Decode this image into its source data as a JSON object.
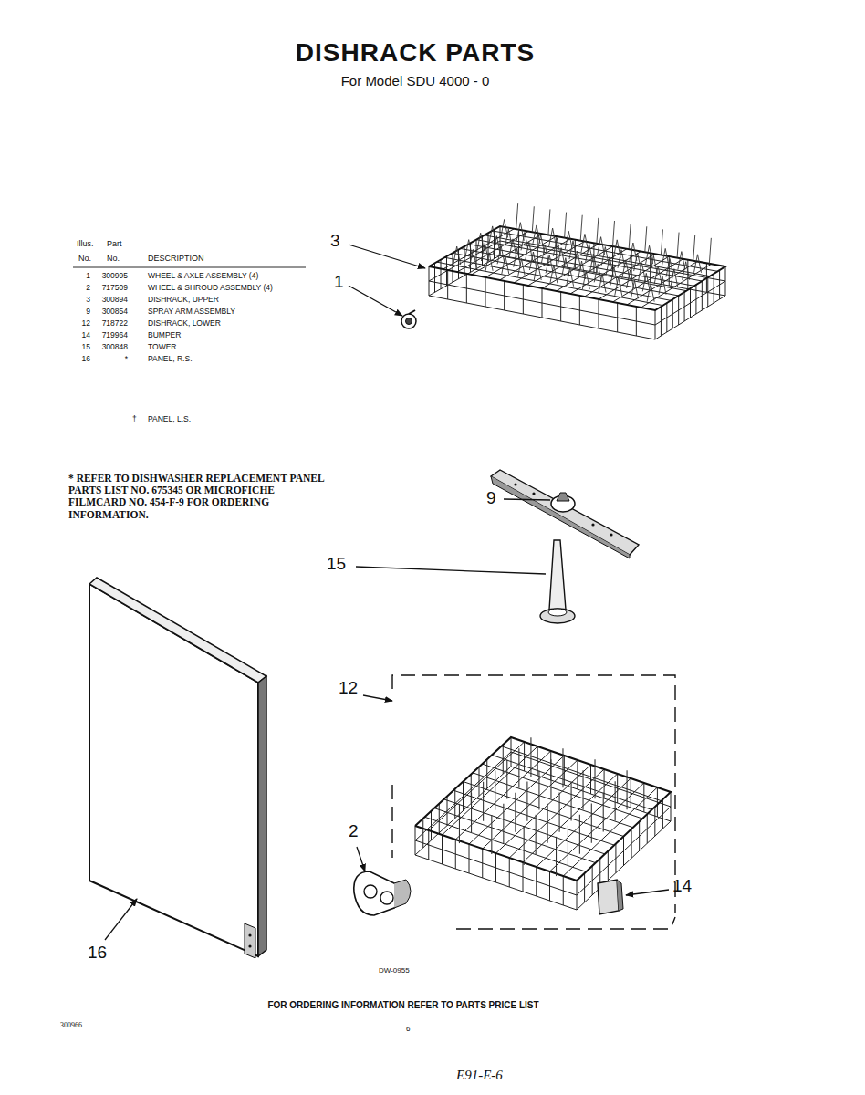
{
  "diagram": {
    "title": "DISHRACK PARTS",
    "labels": [
      "For Model SDU 4000 - 0",
      "Illus.",
      "Part",
      "No.",
      "No.",
      "DESCRIPTION",
      "1",
      "300995",
      "WHEEL & AXLE ASSEMBLY (4)",
      "2",
      "717509",
      "WHEEL & SHROUD ASSEMBLY (4)",
      "3",
      "300894",
      "DISHRACK, UPPER",
      "9",
      "300854",
      "SPRAY ARM ASSEMBLY",
      "12",
      "718722",
      "DISHRACK, LOWER",
      "14",
      "719964",
      "BUMPER",
      "15",
      "300848",
      "TOWER",
      "16",
      "*",
      "PANEL, R.S.",
      "†",
      "PANEL, L.S.",
      "* REFER TO DISHWASHER REPLACEMENT PANEL PARTS LIST NO. 675345 OR MICROFICHE FILMCARD NO. 454-F-9 FOR ORDERING INFORMATION.",
      "3",
      "1",
      "9",
      "15",
      "12",
      "2",
      "14",
      "16",
      "DW-0955",
      "FOR ORDERING INFORMATION REFER TO PARTS PRICE LIST",
      "300966",
      "6",
      "E91-E-6"
    ]
  }
}
